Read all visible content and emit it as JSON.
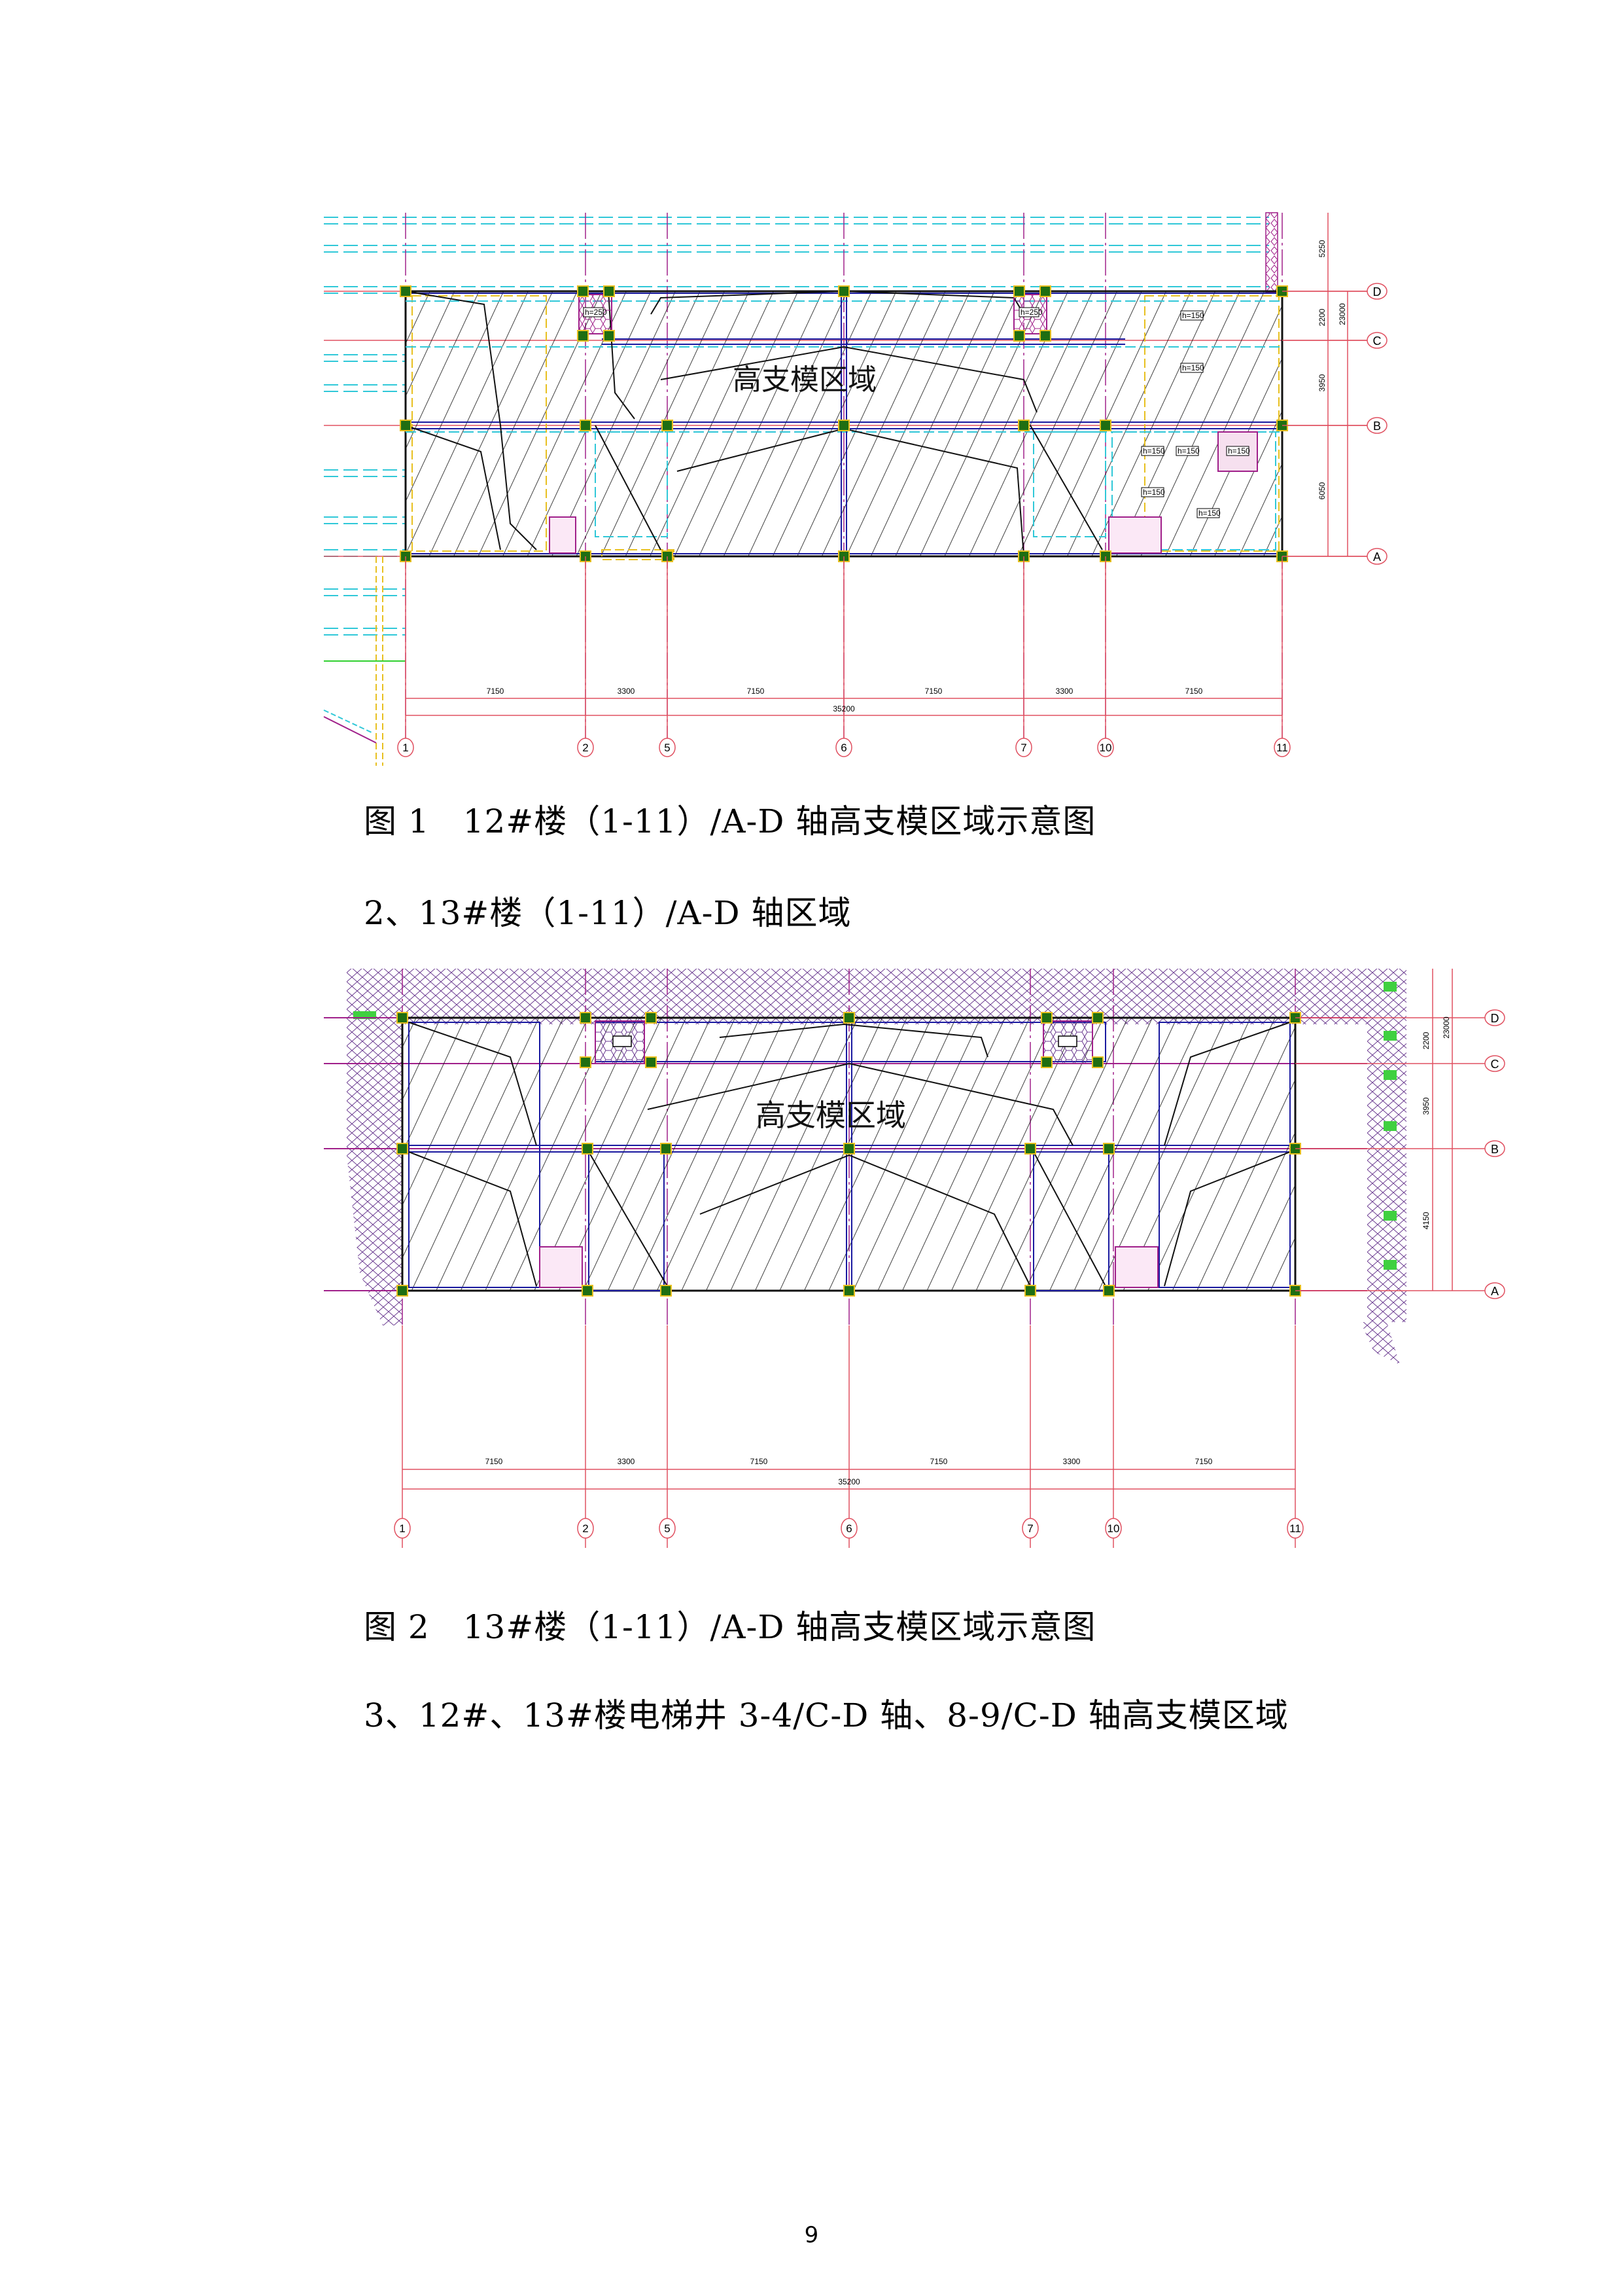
{
  "figure1": {
    "region_label": "高支模区域",
    "caption": "图 1　12#楼（1-11）/A-D 轴高支模区域示意图",
    "axes_x": [
      "1",
      "2",
      "5",
      "6",
      "7",
      "10",
      "11"
    ],
    "axes_y": [
      "D",
      "C",
      "B",
      "A"
    ],
    "dims_x": [
      "7150",
      "3300",
      "7150",
      "7150",
      "3300",
      "7150"
    ],
    "dim_total_x": "35200",
    "dims_y": [
      "5250",
      "2200",
      "3950",
      "6050"
    ],
    "dim_total_y": "23000",
    "slab_labels": [
      "h=250",
      "h=250",
      "h=150",
      "h=150",
      "h=150",
      "h=150",
      "h=150",
      "h=150",
      "h=150"
    ]
  },
  "heading2": "2、13#楼（1-11）/A-D 轴区域",
  "figure2": {
    "region_label": "高支模区域",
    "caption": "图 2　13#楼（1-11）/A-D 轴高支模区域示意图",
    "axes_x": [
      "1",
      "2",
      "5",
      "6",
      "7",
      "10",
      "11"
    ],
    "axes_y": [
      "D",
      "C",
      "B",
      "A"
    ],
    "dims_x": [
      "7150",
      "3300",
      "7150",
      "7150",
      "3300",
      "7150"
    ],
    "dim_total_x": "35200",
    "dims_y": [
      "2200",
      "3950",
      "4150"
    ],
    "dim_total_y": "23000"
  },
  "heading3": "3、12#、13#楼电梯井 3-4/C-D 轴、8-9/C-D 轴高支模区域",
  "page_number": "9",
  "colors": {
    "axis_red": "#e05060",
    "magenta": "#a0208a",
    "cyan": "#30c8d8",
    "column_green": "#1f6e12",
    "yellow": "#e8c020",
    "blue": "#1a1aa0",
    "hatch": "#111111"
  }
}
